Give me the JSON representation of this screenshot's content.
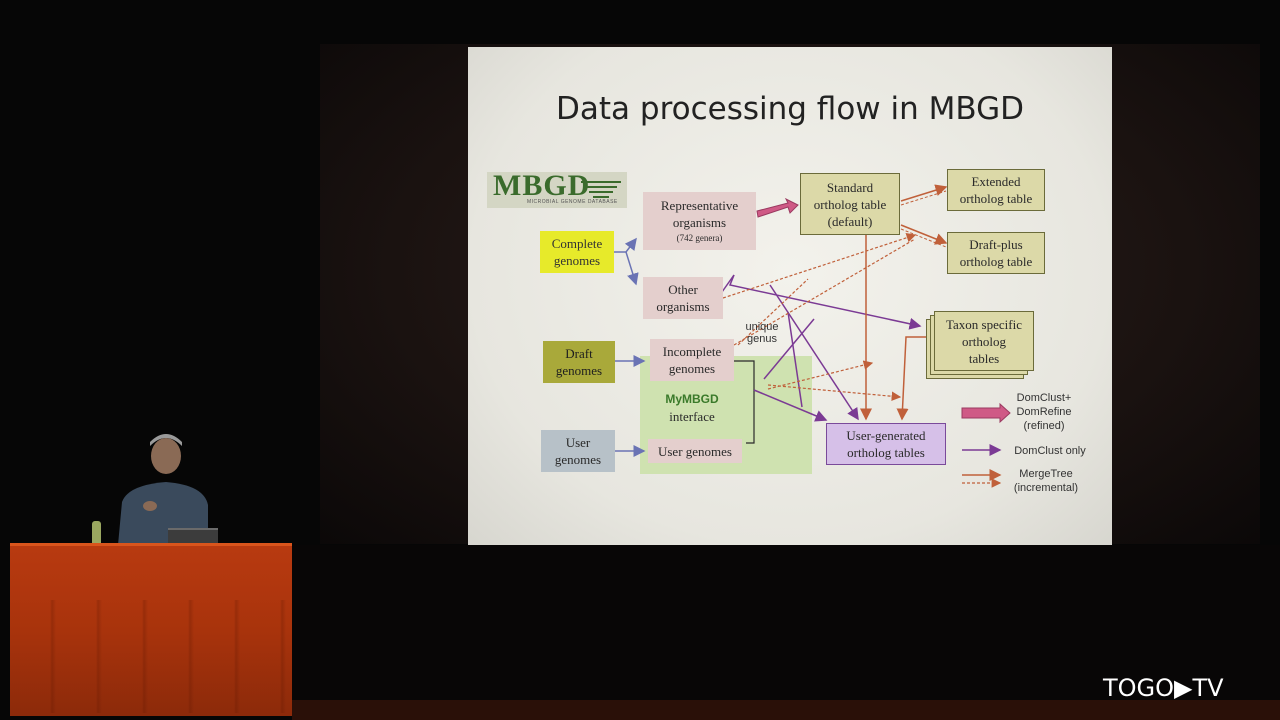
{
  "slide": {
    "title": "Data processing flow in MBGD",
    "logo": {
      "main": "MBGD",
      "subtitle": "MICROBIAL GENOME DATABASE"
    },
    "boxes": {
      "complete_genomes": "Complete\ngenomes",
      "draft_genomes": "Draft\ngenomes",
      "user_genomes": "User\ngenomes",
      "representative_organisms": "Representative\norganisms",
      "representative_count": "(742 genera)",
      "other_organisms": "Other\norganisms",
      "incomplete_genomes": "Incomplete\ngenomes",
      "mymbgd_name": "MyMBGD",
      "mymbgd_interface": "interface",
      "user_genomes_inner": "User genomes",
      "standard_table": "Standard\northolog table\n(default)",
      "extended_table": "Extended\northolog table",
      "draft_plus_table": "Draft-plus\northolog table",
      "taxon_specific": "Taxon specific\northolog\ntables",
      "user_generated": "User-generated\northolog tables"
    },
    "note_unique_genus": "unique\ngenus",
    "legend": {
      "refined": "DomClust+\nDomRefine\n(refined)",
      "domclust_only": "DomClust only",
      "mergetree": "MergeTree\n(incremental)"
    },
    "colors": {
      "purple": "#7b3a94",
      "orange": "#c0603a",
      "blue": "#6a73b4",
      "refined_fill": "#cf5a86"
    }
  },
  "channel_logo": "TOGO▶TV"
}
